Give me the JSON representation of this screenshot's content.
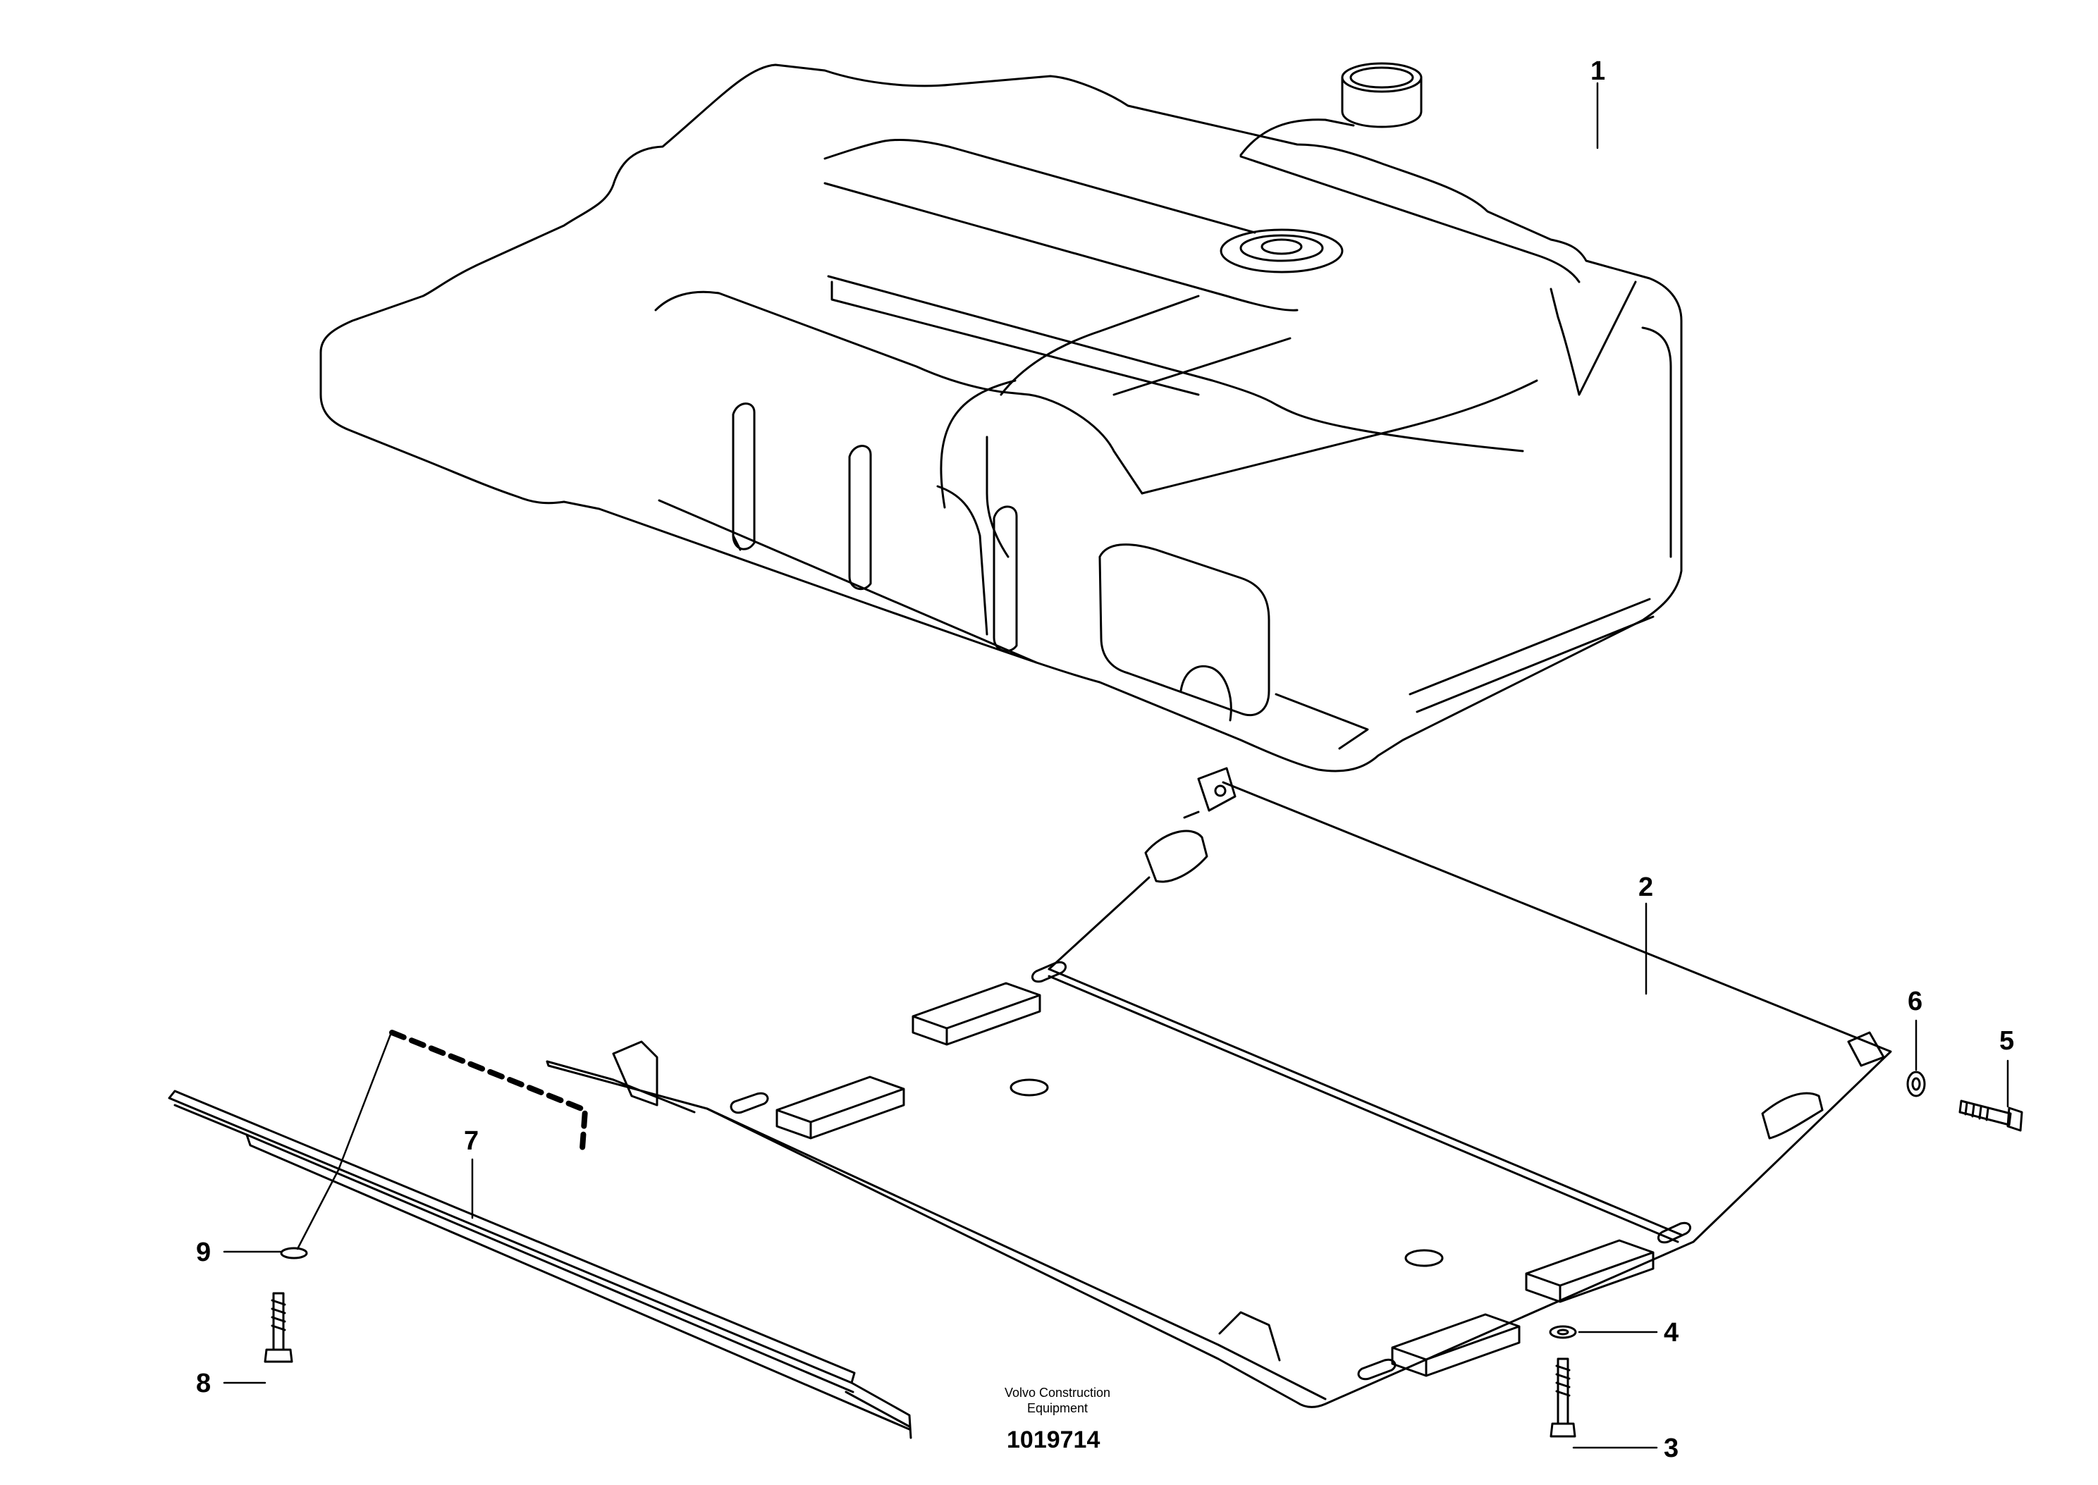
{
  "callouts": {
    "c1": "1",
    "c2": "2",
    "c3": "3",
    "c4": "4",
    "c5": "5",
    "c6": "6",
    "c7": "7",
    "c8": "8",
    "c9": "9"
  },
  "footer": {
    "brand_line1": "Volvo Construction",
    "brand_line2": "Equipment",
    "document_number": "1019714"
  },
  "colors": {
    "stroke": "#000000",
    "background": "#ffffff"
  }
}
